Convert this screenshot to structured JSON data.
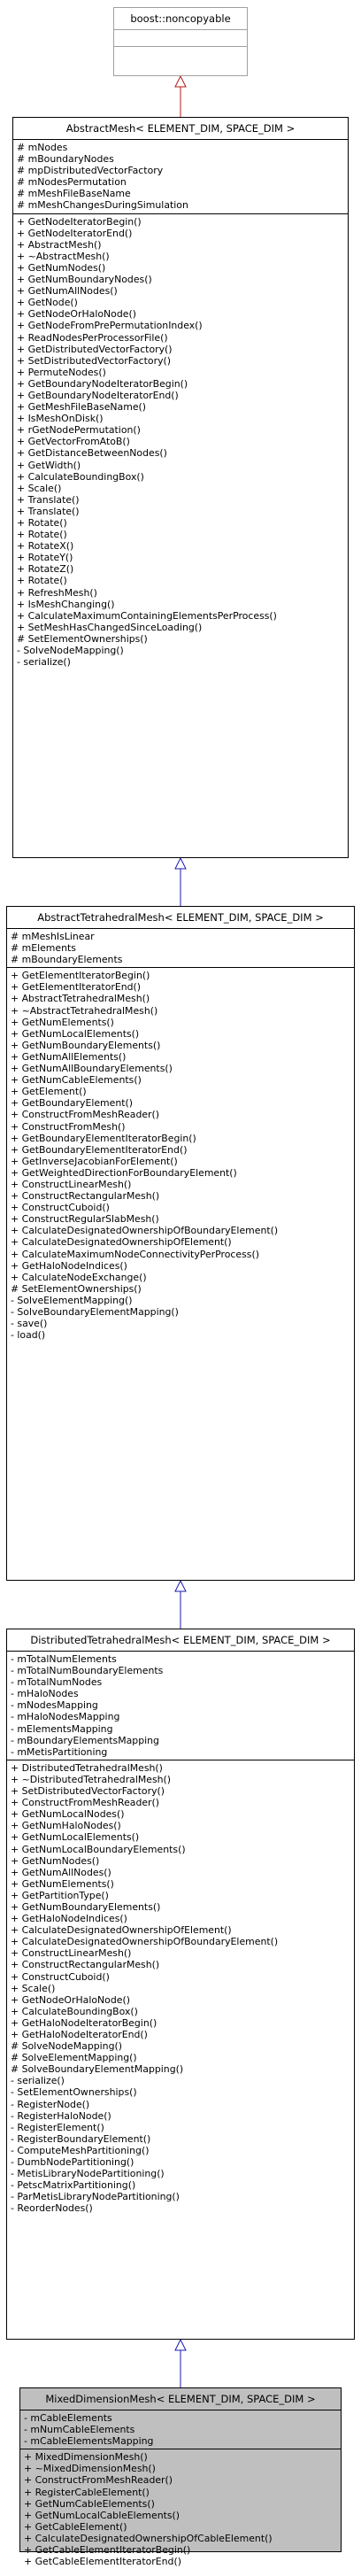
{
  "colors": {
    "box_border": "#000000",
    "placeholder_border": "#a0a0a0",
    "focus_fill": "#bfbfbf",
    "inherit_arrow": "#1919b3",
    "noncopyable_arrow": "#b31919"
  },
  "noncopyable": {
    "title": "boost::noncopyable"
  },
  "abstract_mesh": {
    "title": "AbstractMesh< ELEMENT_DIM, SPACE_DIM >",
    "attributes": [
      "# mNodes",
      "# mBoundaryNodes",
      "# mpDistributedVectorFactory",
      "# mNodesPermutation",
      "# mMeshFileBaseName",
      "# mMeshChangesDuringSimulation"
    ],
    "methods": [
      "+ GetNodeIteratorBegin()",
      "+ GetNodeIteratorEnd()",
      "+ AbstractMesh()",
      "+ ~AbstractMesh()",
      "+ GetNumNodes()",
      "+ GetNumBoundaryNodes()",
      "+ GetNumAllNodes()",
      "+ GetNode()",
      "+ GetNodeOrHaloNode()",
      "+ GetNodeFromPrePermutationIndex()",
      "+ ReadNodesPerProcessorFile()",
      "+ GetDistributedVectorFactory()",
      "+ SetDistributedVectorFactory()",
      "+ PermuteNodes()",
      "+ GetBoundaryNodeIteratorBegin()",
      "+ GetBoundaryNodeIteratorEnd()",
      "+ GetMeshFileBaseName()",
      "+ IsMeshOnDisk()",
      "+ rGetNodePermutation()",
      "+ GetVectorFromAtoB()",
      "+ GetDistanceBetweenNodes()",
      "+ GetWidth()",
      "+ CalculateBoundingBox()",
      "+ Scale()",
      "+ Translate()",
      "+ Translate()",
      "+ Rotate()",
      "+ Rotate()",
      "+ RotateX()",
      "+ RotateY()",
      "+ RotateZ()",
      "+ Rotate()",
      "+ RefreshMesh()",
      "+ IsMeshChanging()",
      "+ CalculateMaximumContainingElementsPerProcess()",
      "+ SetMeshHasChangedSinceLoading()",
      "# SetElementOwnerships()",
      "- SolveNodeMapping()",
      "- serialize()"
    ]
  },
  "abstract_tetrahedral_mesh": {
    "title": "AbstractTetrahedralMesh< ELEMENT_DIM, SPACE_DIM >",
    "attributes": [
      "# mMeshIsLinear",
      "# mElements",
      "# mBoundaryElements"
    ],
    "methods": [
      "+ GetElementIteratorBegin()",
      "+ GetElementIteratorEnd()",
      "+ AbstractTetrahedralMesh()",
      "+ ~AbstractTetrahedralMesh()",
      "+ GetNumElements()",
      "+ GetNumLocalElements()",
      "+ GetNumBoundaryElements()",
      "+ GetNumAllElements()",
      "+ GetNumAllBoundaryElements()",
      "+ GetNumCableElements()",
      "+ GetElement()",
      "+ GetBoundaryElement()",
      "+ ConstructFromMeshReader()",
      "+ ConstructFromMesh()",
      "+ GetBoundaryElementIteratorBegin()",
      "+ GetBoundaryElementIteratorEnd()",
      "+ GetInverseJacobianForElement()",
      "+ GetWeightedDirectionForBoundaryElement()",
      "+ ConstructLinearMesh()",
      "+ ConstructRectangularMesh()",
      "+ ConstructCuboid()",
      "+ ConstructRegularSlabMesh()",
      "+ CalculateDesignatedOwnershipOfBoundaryElement()",
      "+ CalculateDesignatedOwnershipOfElement()",
      "+ CalculateMaximumNodeConnectivityPerProcess()",
      "+ GetHaloNodeIndices()",
      "+ CalculateNodeExchange()",
      "# SetElementOwnerships()",
      "- SolveElementMapping()",
      "- SolveBoundaryElementMapping()",
      "- save()",
      "- load()"
    ]
  },
  "distributed_tetrahedral_mesh": {
    "title": "DistributedTetrahedralMesh< ELEMENT_DIM, SPACE_DIM >",
    "attributes": [
      "- mTotalNumElements",
      "- mTotalNumBoundaryElements",
      "- mTotalNumNodes",
      "- mHaloNodes",
      "- mNodesMapping",
      "- mHaloNodesMapping",
      "- mElementsMapping",
      "- mBoundaryElementsMapping",
      "- mMetisPartitioning"
    ],
    "methods": [
      "+ DistributedTetrahedralMesh()",
      "+ ~DistributedTetrahedralMesh()",
      "+ SetDistributedVectorFactory()",
      "+ ConstructFromMeshReader()",
      "+ GetNumLocalNodes()",
      "+ GetNumHaloNodes()",
      "+ GetNumLocalElements()",
      "+ GetNumLocalBoundaryElements()",
      "+ GetNumNodes()",
      "+ GetNumAllNodes()",
      "+ GetNumElements()",
      "+ GetPartitionType()",
      "+ GetNumBoundaryElements()",
      "+ GetHaloNodeIndices()",
      "+ CalculateDesignatedOwnershipOfElement()",
      "+ CalculateDesignatedOwnershipOfBoundaryElement()",
      "+ ConstructLinearMesh()",
      "+ ConstructRectangularMesh()",
      "+ ConstructCuboid()",
      "+ Scale()",
      "+ GetNodeOrHaloNode()",
      "+ CalculateBoundingBox()",
      "+ GetHaloNodeIteratorBegin()",
      "+ GetHaloNodeIteratorEnd()",
      "# SolveNodeMapping()",
      "# SolveElementMapping()",
      "# SolveBoundaryElementMapping()",
      "- serialize()",
      "- SetElementOwnerships()",
      "- RegisterNode()",
      "- RegisterHaloNode()",
      "- RegisterElement()",
      "- RegisterBoundaryElement()",
      "- ComputeMeshPartitioning()",
      "- DumbNodePartitioning()",
      "- MetisLibraryNodePartitioning()",
      "- PetscMatrixPartitioning()",
      "- ParMetisLibraryNodePartitioning()",
      "- ReorderNodes()"
    ]
  },
  "mixed_dimension_mesh": {
    "title": "MixedDimensionMesh< ELEMENT_DIM, SPACE_DIM >",
    "attributes": [
      "- mCableElements",
      "- mNumCableElements",
      "- mCableElementsMapping"
    ],
    "methods": [
      "+ MixedDimensionMesh()",
      "+ ~MixedDimensionMesh()",
      "+ ConstructFromMeshReader()",
      "+ RegisterCableElement()",
      "+ GetNumCableElements()",
      "+ GetNumLocalCableElements()",
      "+ GetCableElement()",
      "+ CalculateDesignatedOwnershipOfCableElement()",
      "+ GetCableElementIteratorBegin()",
      "+ GetCableElementIteratorEnd()"
    ]
  }
}
